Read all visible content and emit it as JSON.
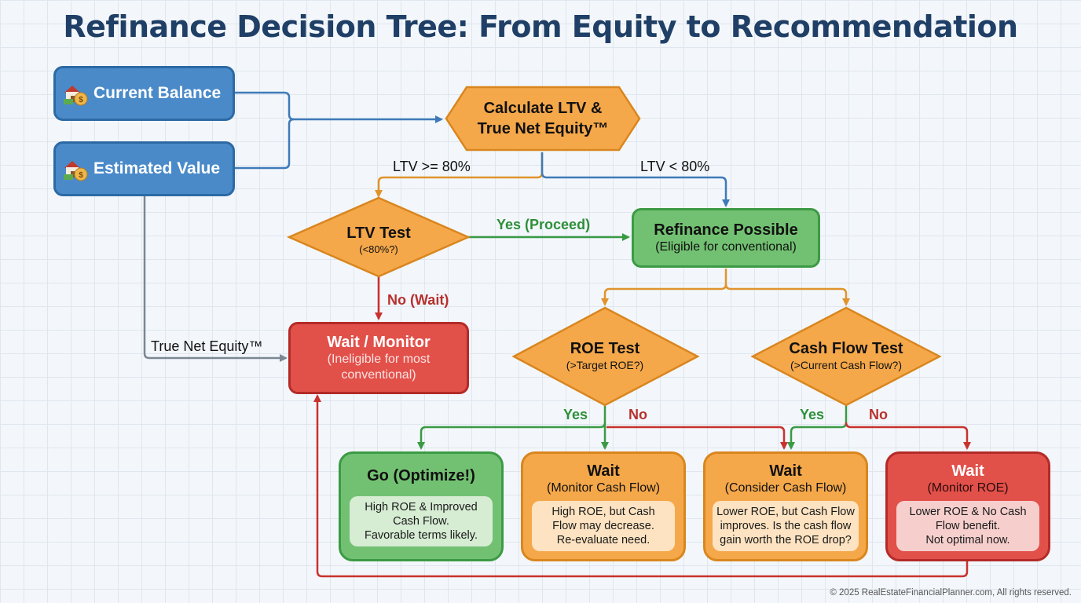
{
  "title": "Refinance Decision Tree: From Equity to Recommendation",
  "colors": {
    "title": "#1f3f66",
    "blue": "#4a8ac9",
    "orange": "#f5a84a",
    "green": "#72c172",
    "red": "#e2504a",
    "gray_wire": "#7b8793"
  },
  "inputs": [
    {
      "label": "Current Balance",
      "icon": "house-money-bag-icon"
    },
    {
      "label": "Estimated Value",
      "icon": "house-money-bag-icon"
    }
  ],
  "calculate": {
    "line1": "Calculate LTV &",
    "line2": "True Net Equity™"
  },
  "edges": {
    "ltv_high": "LTV >= 80%",
    "ltv_low": "LTV < 80%",
    "yes_proceed": "Yes (Proceed)",
    "no_wait": "No (Wait)",
    "true_net_equity": "True Net Equity™",
    "roe_yes": "Yes",
    "roe_no": "No",
    "cf_yes": "Yes",
    "cf_no": "No"
  },
  "ltv_test": {
    "title": "LTV Test",
    "subtitle": "(<80%?)"
  },
  "refinance_possible": {
    "title": "Refinance Possible",
    "subtitle": "(Eligible for conventional)"
  },
  "wait_monitor": {
    "title": "Wait / Monitor",
    "subtitle_line1": "(Ineligible for most",
    "subtitle_line2": "conventional)"
  },
  "roe_test": {
    "title": "ROE Test",
    "subtitle": "(>Target ROE?)"
  },
  "cash_flow_test": {
    "title": "Cash Flow Test",
    "subtitle": "(>Current Cash Flow?)"
  },
  "outcomes": [
    {
      "title": "Go (Optimize!)",
      "subtitle": "",
      "lines": [
        "High ROE & Improved",
        "Cash Flow.",
        "Favorable terms likely."
      ]
    },
    {
      "title": "Wait",
      "subtitle": "(Monitor Cash Flow)",
      "lines": [
        "High ROE, but Cash",
        "Flow may decrease.",
        "Re-evaluate need."
      ]
    },
    {
      "title": "Wait",
      "subtitle": "(Consider Cash Flow)",
      "lines": [
        "Lower ROE, but Cash Flow",
        "improves. Is the cash flow",
        "gain worth the ROE drop?"
      ]
    },
    {
      "title": "Wait",
      "subtitle": "(Monitor ROE)",
      "lines": [
        "Lower ROE & No Cash",
        "Flow benefit.",
        "Not optimal now."
      ]
    }
  ],
  "footer": "© 2025 RealEstateFinancialPlanner.com, All rights reserved."
}
